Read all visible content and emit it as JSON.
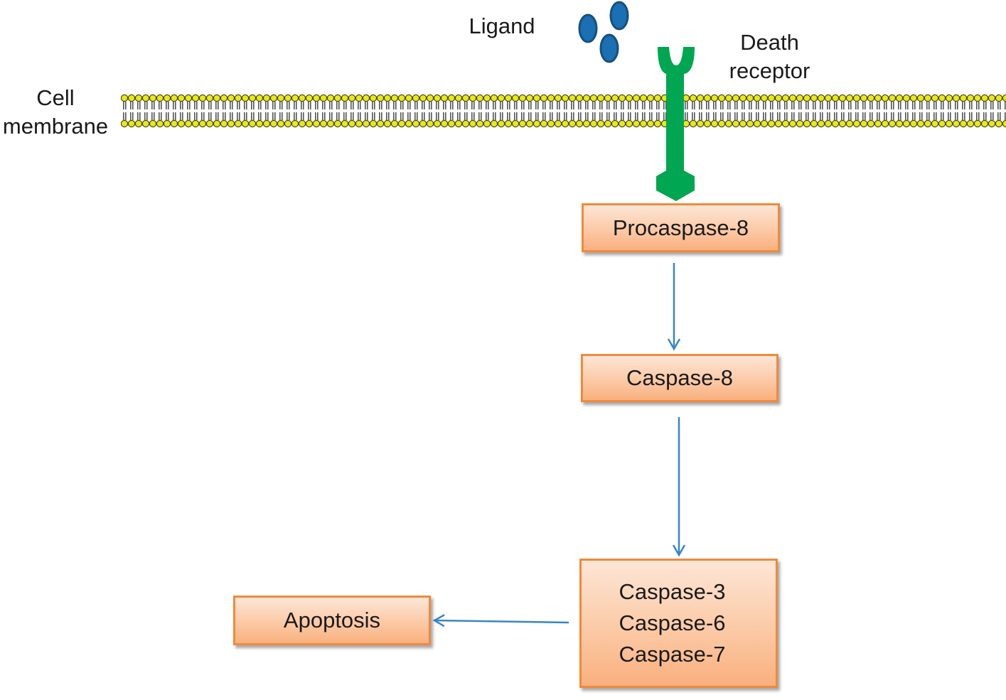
{
  "labels": {
    "ligand": "Ligand",
    "death_receptor_line1": "Death",
    "death_receptor_line2": "receptor",
    "cell_membrane_line1": "Cell",
    "cell_membrane_line2": "membrane"
  },
  "nodes": {
    "procaspase8": "Procaspase-8",
    "caspase8": "Caspase-8",
    "executioners": [
      "Caspase-3",
      "Caspase-6",
      "Caspase-7"
    ],
    "apoptosis": "Apoptosis"
  },
  "edges": [
    {
      "from": "Death receptor",
      "to": "Procaspase-8"
    },
    {
      "from": "Procaspase-8",
      "to": "Caspase-8"
    },
    {
      "from": "Caspase-8",
      "to": "Caspase-3/6/7"
    },
    {
      "from": "Caspase-3/6/7",
      "to": "Apoptosis"
    }
  ],
  "colors": {
    "receptor": "#00a651",
    "ligand": "#1b6fb3",
    "arrow": "#3a85c8",
    "box_border": "#f08a3c",
    "lipid_head": "#e8e81a"
  }
}
